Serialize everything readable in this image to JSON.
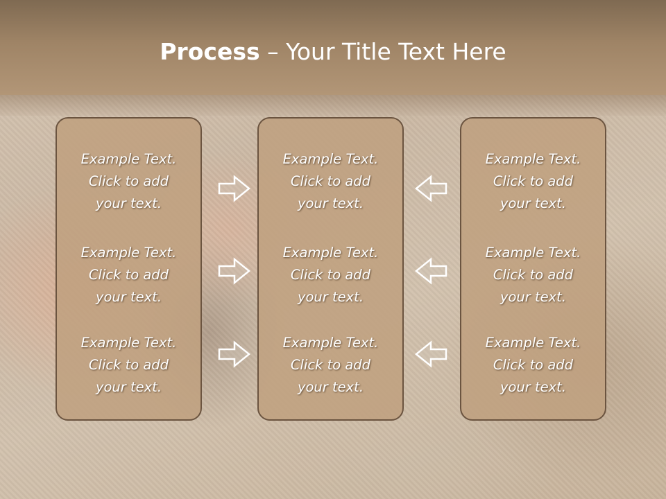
{
  "slide": {
    "title_bold": "Process",
    "title_rest": " – Your Title Text Here",
    "columns": [
      {
        "items": [
          {
            "line1": "Example Text.",
            "line2": "Click  to add",
            "line3": "your text."
          },
          {
            "line1": "Example Text.",
            "line2": "Click  to add",
            "line3": "your text."
          },
          {
            "line1": "Example Text.",
            "line2": "Click  to add",
            "line3": "your text."
          }
        ]
      },
      {
        "items": [
          {
            "line1": "Example Text.",
            "line2": "Click  to add",
            "line3": "your text."
          },
          {
            "line1": "Example Text.",
            "line2": "Click  to add",
            "line3": "your text."
          },
          {
            "line1": "Example Text.",
            "line2": "Click  to add",
            "line3": "your text."
          }
        ]
      },
      {
        "items": [
          {
            "line1": "Example Text.",
            "line2": "Click  to add",
            "line3": "your text."
          },
          {
            "line1": "Example Text.",
            "line2": "Click  to add",
            "line3": "your text."
          },
          {
            "line1": "Example Text.",
            "line2": "Click  to add",
            "line3": "your text."
          }
        ]
      }
    ],
    "arrows_left": [
      "arrow-right-icon",
      "arrow-right-icon",
      "arrow-right-icon"
    ],
    "arrows_right": [
      "arrow-left-icon",
      "arrow-left-icon",
      "arrow-left-icon"
    ]
  },
  "colors": {
    "header": "#9f8466",
    "box_fill": "#bfa080",
    "box_border": "#6b5440",
    "text": "#ffffff"
  }
}
